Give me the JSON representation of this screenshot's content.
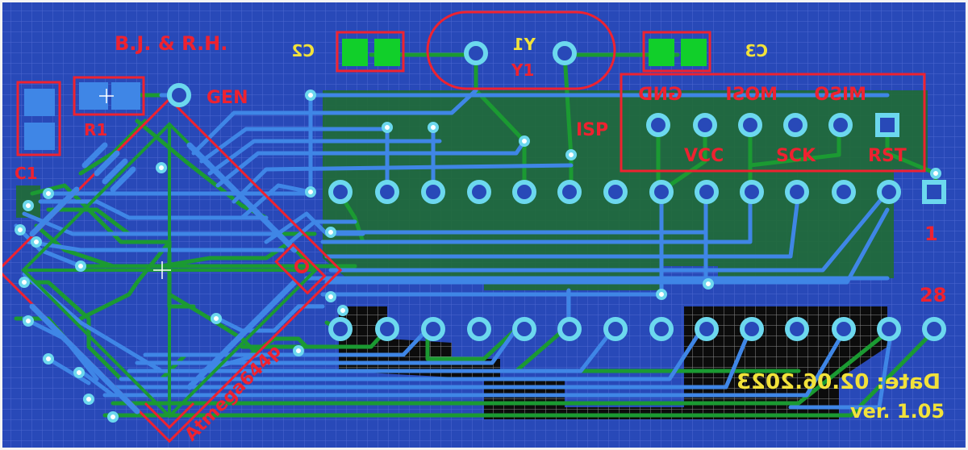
{
  "board": {
    "credits": "B.J. & R.H.",
    "chip_name": "Atmega644p",
    "date": "Date: 02.06.2023",
    "version": "ver. 1.05",
    "pin_1_label": "1",
    "pin_28_label": "28",
    "colors": {
      "background": "#2849b8",
      "grid": "#4d67cf",
      "top_copper": "#1b9a32",
      "bottom_copper": "#3f86e6",
      "pad_ring": "#6cd8ee",
      "silk_red": "#ee2230",
      "silk_yellow": "#f2e23a",
      "smd_green": "#11cf2a",
      "outline": "#f4f4f4",
      "keepout": "#111111"
    }
  },
  "components": {
    "c1": "C1",
    "c2": "C2",
    "c3": "C3",
    "r1": "R1",
    "y1_top": "Y1",
    "y1_bottom": "Y1",
    "gen": "GEN",
    "isp": "ISP"
  },
  "isp_header": {
    "top_labels": [
      "GND",
      "MOSI",
      "MISO"
    ],
    "bottom_labels": [
      "VCC",
      "SCK",
      "RST"
    ]
  }
}
